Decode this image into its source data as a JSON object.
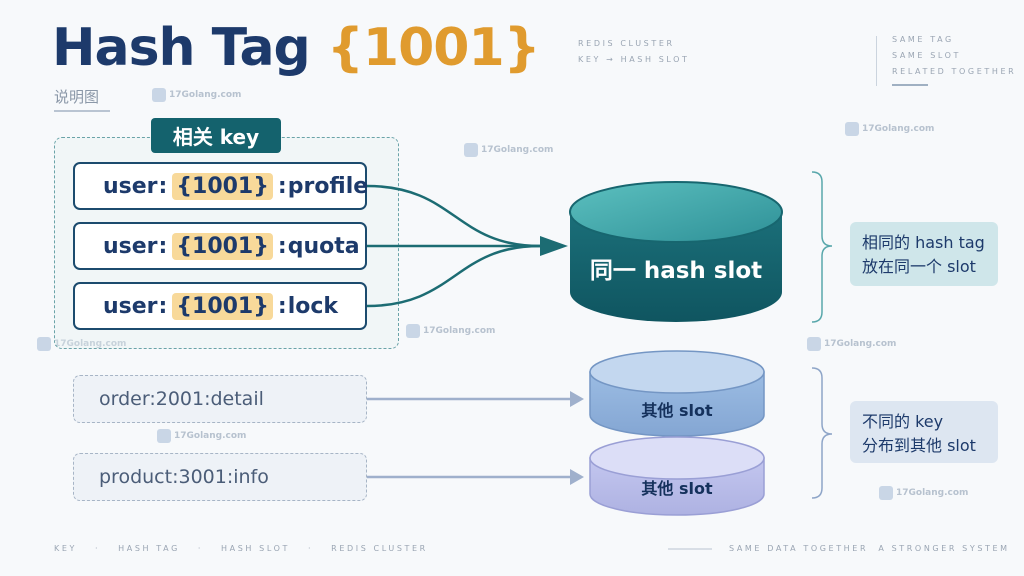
{
  "header": {
    "title_prefix": "Hash Tag",
    "title_tag": "{1001}",
    "subtitle": "说明图"
  },
  "top_center": {
    "line1": "REDIS CLUSTER",
    "line2": "KEY → HASH SLOT"
  },
  "top_right": {
    "line1": "SAME TAG",
    "line2": "SAME SLOT",
    "line3": "RELATED TOGETHER"
  },
  "watermark": "17Golang.com",
  "group_label": "相关 key",
  "related_keys": [
    {
      "prefix": "user",
      "colon1": ":",
      "tag": "{1001}",
      "colon2": ":",
      "suffix": "profile"
    },
    {
      "prefix": "user",
      "colon1": ":",
      "tag": "{1001}",
      "colon2": ":",
      "suffix": "quota"
    },
    {
      "prefix": "user",
      "colon1": ":",
      "tag": "{1001}",
      "colon2": ":",
      "suffix": "lock"
    }
  ],
  "other_keys": [
    {
      "text": "order:2001:detail"
    },
    {
      "text": "product:3001:info"
    }
  ],
  "slots": {
    "main": "同一 hash slot",
    "other1": "其他 slot",
    "other2": "其他 slot"
  },
  "notes": {
    "same": {
      "line1": "相同的 hash tag",
      "line2": "放在同一个 slot"
    },
    "different": {
      "line1": "不同的 key",
      "line2": "分布到其他 slot"
    }
  },
  "footer": {
    "left": [
      "KEY",
      "·",
      "HASH TAG",
      "·",
      "HASH SLOT",
      "·",
      "REDIS CLUSTER"
    ],
    "right": "SAME DATA TOGETHER  A STRONGER SYSTEM"
  },
  "colors": {
    "title": "#1d3a6b",
    "tag_accent": "#e09b2e",
    "main_slot": "#14626d",
    "other_slot_1": "#8fb0d8",
    "other_slot_2": "#b7bce6",
    "connector": "#1c6c73"
  }
}
